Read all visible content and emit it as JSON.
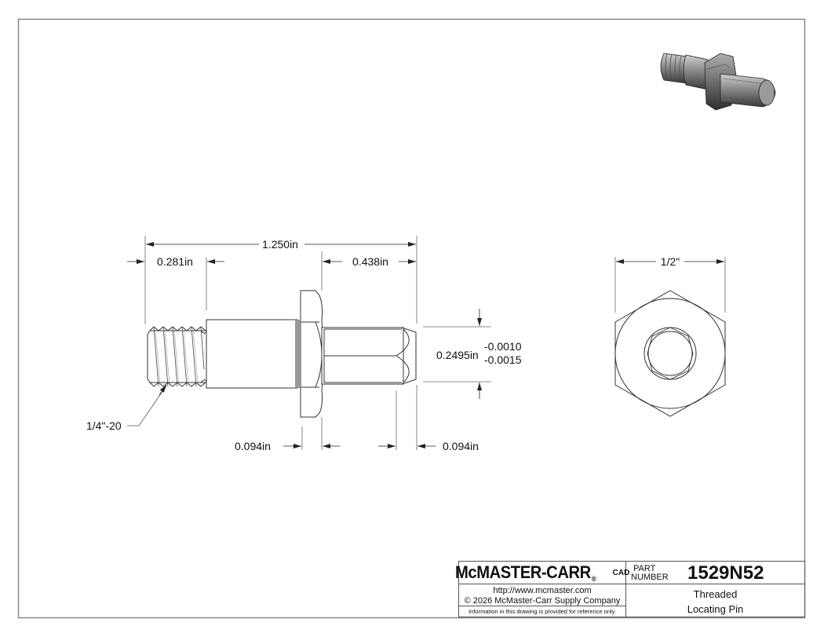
{
  "drawing": {
    "side_view": {
      "overall_length": "1.250in",
      "thread_length": "0.281in",
      "pin_length": "0.438in",
      "pin_diameter": "0.2495in",
      "pin_tol_upper": "-0.0010",
      "pin_tol_lower": "-0.0015",
      "thread_callout": "1/4\"-20",
      "flange_width": "0.094in",
      "chamfer_length": "0.094in"
    },
    "end_view": {
      "hex_across_flats": "1/2\""
    },
    "iso_view": {
      "description": "3D rendering of threaded locating pin"
    }
  },
  "title_block": {
    "logo": "McMASTER-CARR",
    "logo_reg": "®",
    "cad_label": "CAD",
    "part_number_label_1": "PART",
    "part_number_label_2": "NUMBER",
    "part_number": "1529N52",
    "url": "http://www.mcmaster.com",
    "copyright": "© 2026 McMaster-Carr Supply Company",
    "disclaimer": "Information in this drawing is provided for reference only.",
    "description_1": "Threaded",
    "description_2": "Locating Pin"
  },
  "colors": {
    "line": "#333333",
    "dim_line": "#555555",
    "border": "#888888"
  }
}
